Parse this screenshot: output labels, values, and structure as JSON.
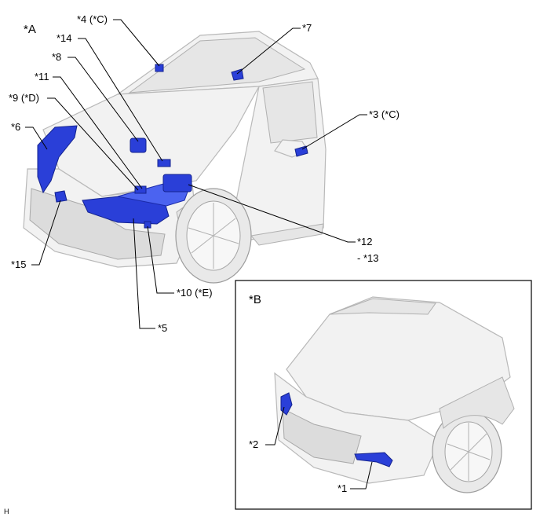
{
  "labels": {
    "section_a": "*A",
    "section_b": "*B",
    "c1": "*1",
    "c2": "*2",
    "c3": "*3 (*C)",
    "c4": "*4 (*C)",
    "c5": "*5",
    "c6": "*6",
    "c7": "*7",
    "c8": "*8",
    "c9": "*9 (*D)",
    "c10": "*10 (*E)",
    "c11": "*11",
    "c12": "*12",
    "c13": "- *13",
    "c14": "*14",
    "c15": "*15",
    "footer": "H"
  },
  "colors": {
    "highlight": "#2a3fd8",
    "line": "#000000",
    "car_body": "#f2f2f2"
  }
}
